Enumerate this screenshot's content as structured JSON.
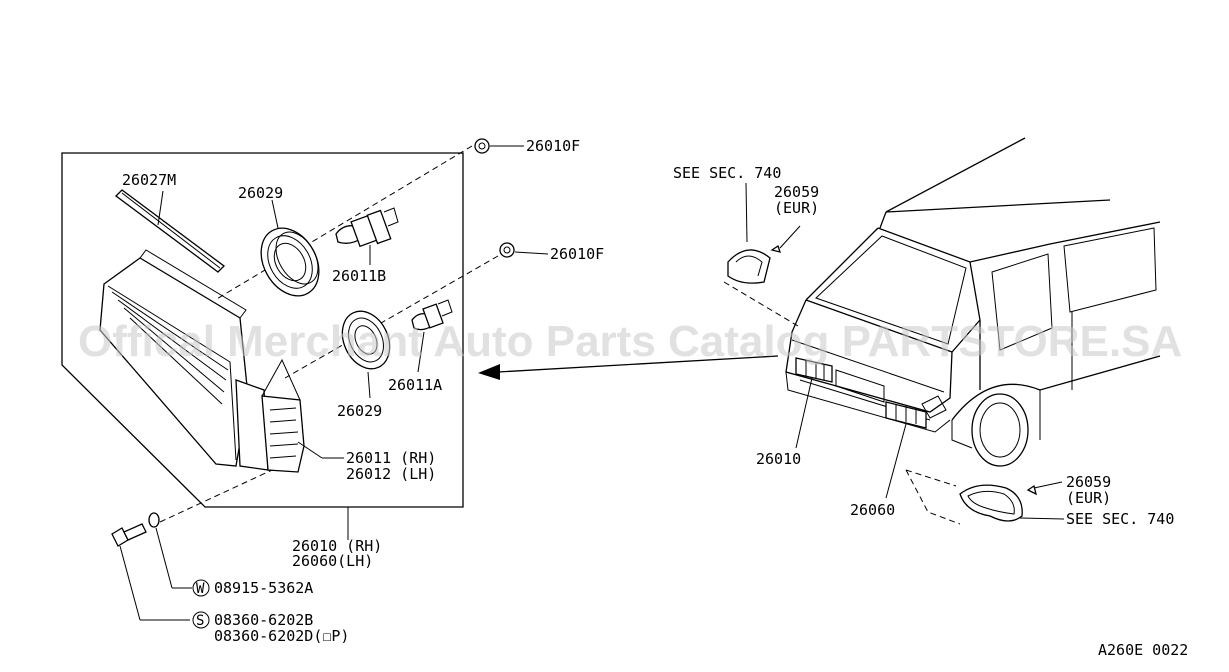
{
  "labels": {
    "clip_top": "26010F",
    "clip_mid": "26010F",
    "seal_strip": "26027M",
    "cap_top": "26029",
    "bulb_hi": "26011B",
    "cap_low": "26029",
    "bulb_lo": "26011A",
    "unit_rh": "26011 (RH)",
    "unit_lh": "26012 (LH)",
    "assy_rh": "26010 (RH)",
    "assy_lh": "26060(LH)",
    "washer_code": "W",
    "washer": "08915-5362A",
    "screw_code": "S",
    "screw": "08360-6202B",
    "screw_alt": "08360-6202D(☐P)",
    "see_sec_top": "SEE SEC. 740",
    "eur_part_top": "26059",
    "eur_top": "(EUR)",
    "van_rh": "26010",
    "van_lh": "26060",
    "eur_part_bottom": "26059",
    "eur_bottom": "(EUR)",
    "see_sec_bottom": "SEE SEC. 740",
    "diagram_code": "A260E 0022"
  },
  "watermark": "Offical Merchant Auto Parts Catalog PARTSTORE.SA"
}
